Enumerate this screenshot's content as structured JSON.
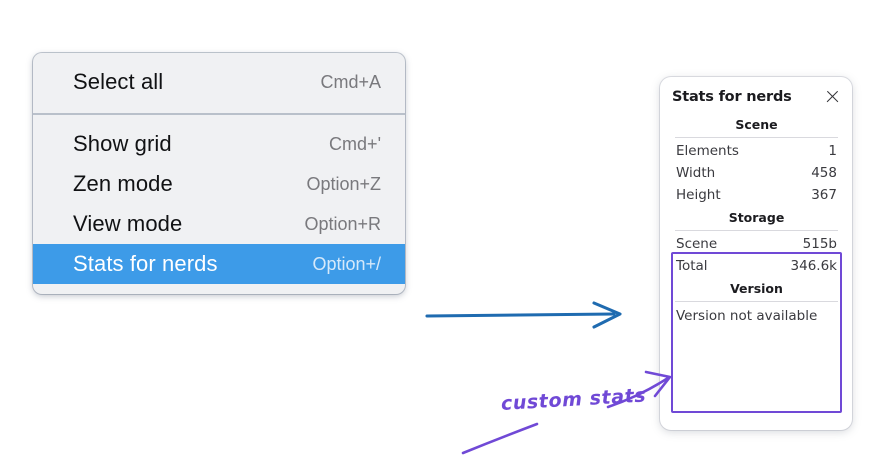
{
  "context_menu": {
    "sections": [
      {
        "items": [
          {
            "label": "Select all",
            "shortcut": "Cmd+A",
            "selected": false
          }
        ]
      },
      {
        "items": [
          {
            "label": "Show grid",
            "shortcut": "Cmd+'",
            "selected": false
          },
          {
            "label": "Zen mode",
            "shortcut": "Option+Z",
            "selected": false
          },
          {
            "label": "View mode",
            "shortcut": "Option+R",
            "selected": false
          },
          {
            "label": "Stats for nerds",
            "shortcut": "Option+/",
            "selected": true
          }
        ]
      }
    ],
    "highlight_color": "#3d9be8",
    "background_color": "#f0f1f3"
  },
  "stats_panel": {
    "title": "Stats for nerds",
    "close_icon": "close-icon",
    "groups": [
      {
        "title": "Scene",
        "rows": [
          {
            "key": "Elements",
            "value": "1"
          },
          {
            "key": "Width",
            "value": "458"
          },
          {
            "key": "Height",
            "value": "367"
          }
        ]
      },
      {
        "title": "Storage",
        "rows": [
          {
            "key": "Scene",
            "value": "515b"
          },
          {
            "key": "Total",
            "value": "346.6k"
          }
        ]
      },
      {
        "title": "Version",
        "single_line": "Version not available"
      }
    ]
  },
  "annotations": {
    "handwritten_label": "custom stats",
    "arrow_color": "#1f6bb0",
    "highlight_color": "#7049d6"
  }
}
